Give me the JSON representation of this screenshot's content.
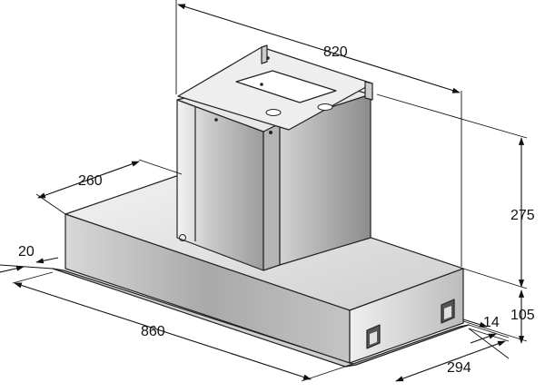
{
  "dimensions": {
    "width_total": "820",
    "depth_chimney": "260",
    "height_chimney": "275",
    "lip": "20",
    "width_body": "860",
    "height_body": "105",
    "gap": "14",
    "depth_body": "294"
  },
  "colors": {
    "line": "#111111",
    "steel_light": "#e6e6e6",
    "steel_mid": "#bdbdbd",
    "steel_dark": "#8f8f8f"
  }
}
